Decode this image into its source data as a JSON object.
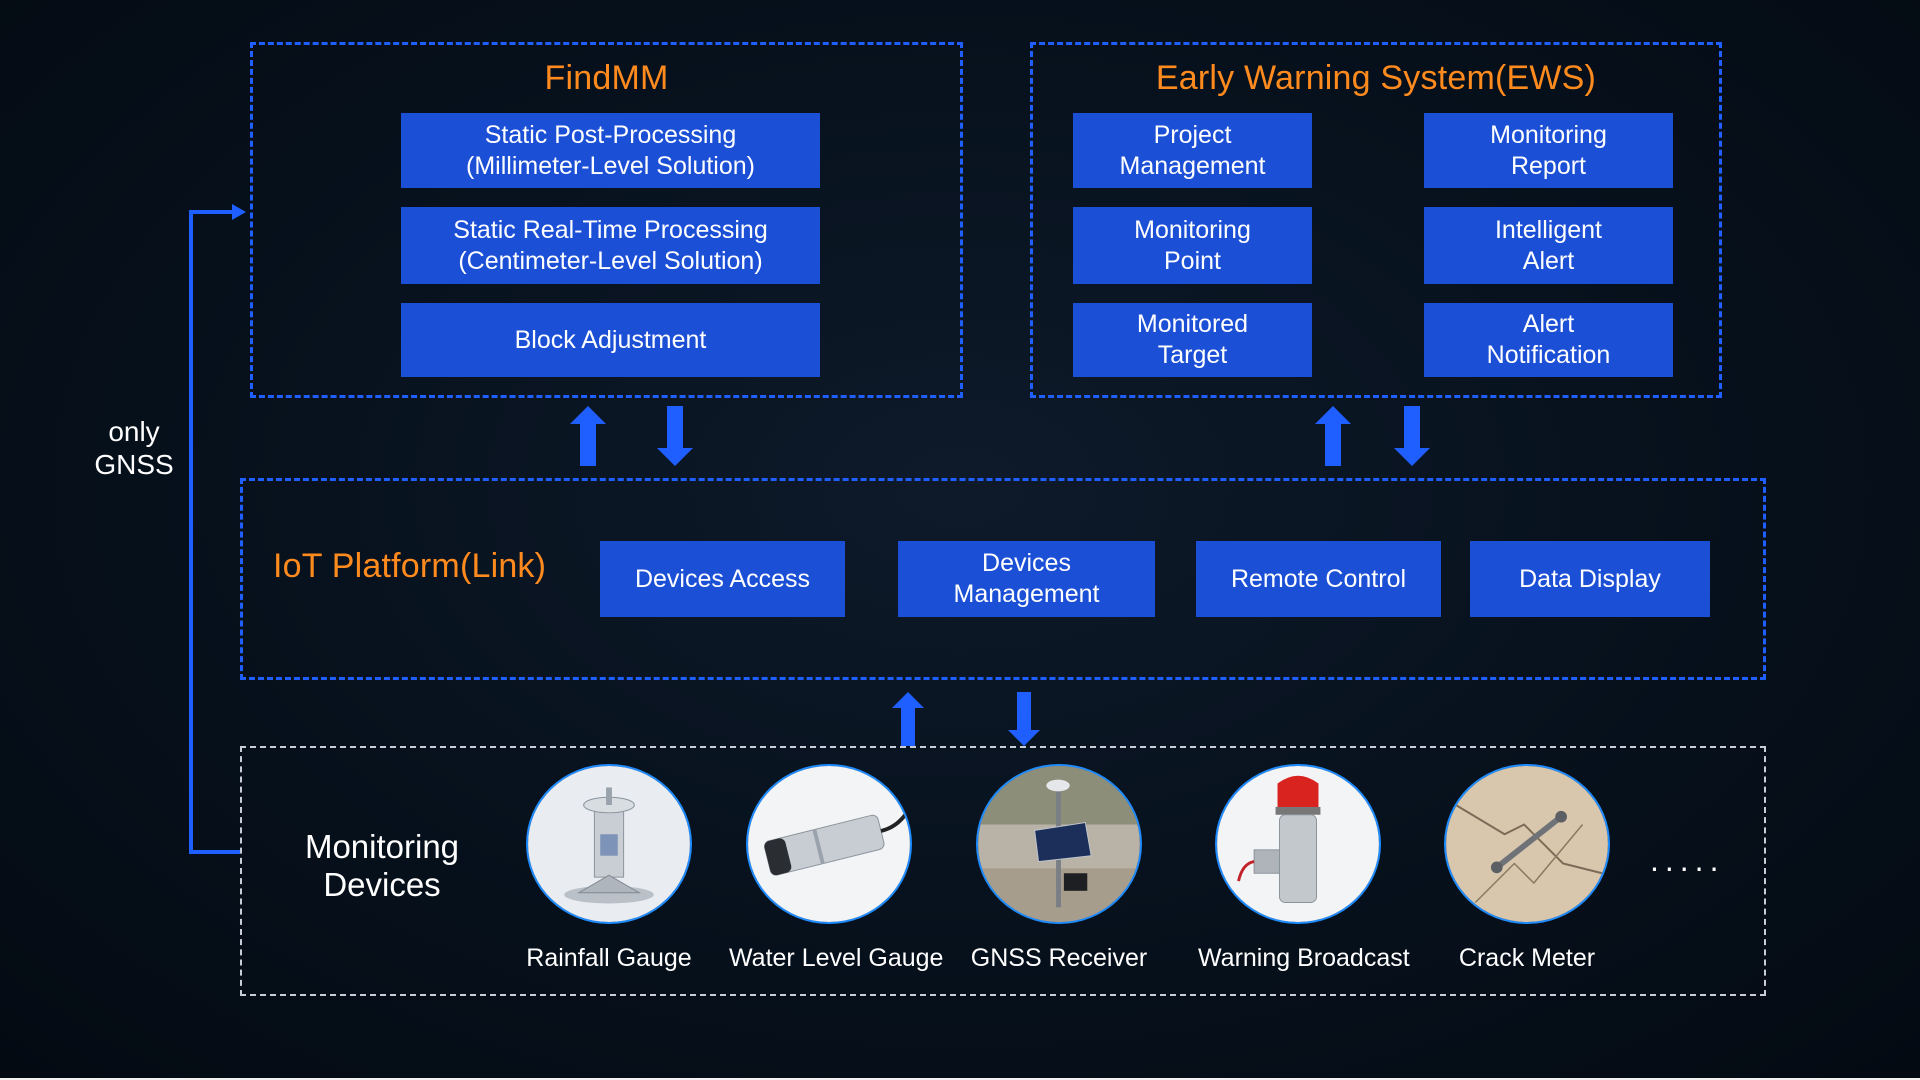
{
  "findmm": {
    "title": "FindMM",
    "items": [
      "Static Post-Processing\n(Millimeter-Level Solution)",
      "Static Real-Time Processing\n(Centimeter-Level Solution)",
      "Block Adjustment"
    ]
  },
  "ews": {
    "title": "Early Warning System(EWS)",
    "items": [
      "Project\nManagement",
      "Monitoring\nReport",
      "Monitoring\nPoint",
      "Intelligent\nAlert",
      "Monitored\nTarget",
      "Alert\nNotification"
    ]
  },
  "iot": {
    "title": "IoT Platform(Link)",
    "items": [
      "Devices Access",
      "Devices\nManagement",
      "Remote Control",
      "Data Display"
    ]
  },
  "side_label": "only\nGNSS",
  "devices": {
    "label": "Monitoring\nDevices",
    "items": [
      {
        "label": "Rainfall Gauge",
        "icon": "rainfall-gauge-icon"
      },
      {
        "label": "Water Level Gauge",
        "icon": "water-level-gauge-icon"
      },
      {
        "label": "GNSS Receiver",
        "icon": "gnss-receiver-icon"
      },
      {
        "label": "Warning Broadcast",
        "icon": "warning-broadcast-icon"
      },
      {
        "label": "Crack Meter",
        "icon": "crack-meter-icon"
      }
    ],
    "more": "....."
  },
  "colors": {
    "accent_blue": "#1b4fd6",
    "dash_blue": "#1f5fff",
    "title_orange": "#ff8a1e",
    "background": "#06101b"
  }
}
